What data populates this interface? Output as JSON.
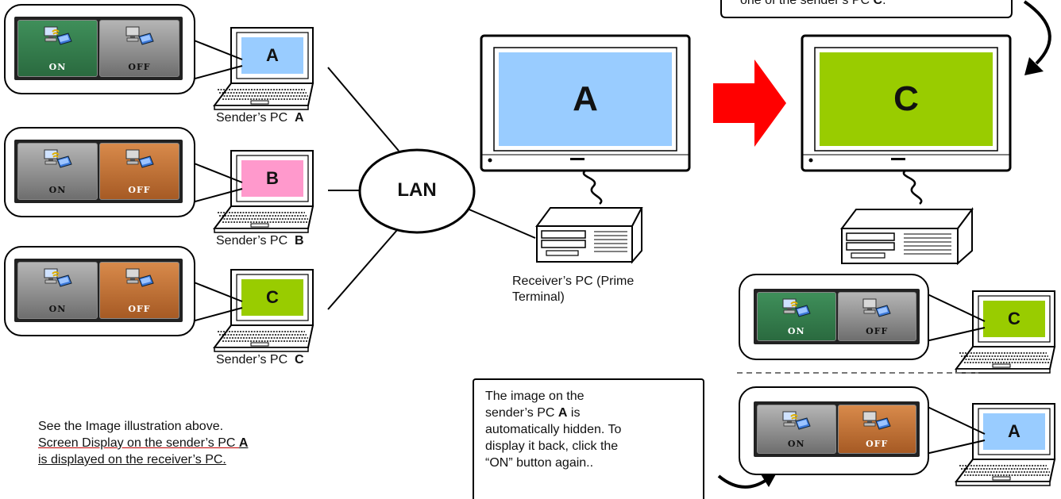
{
  "senders": [
    {
      "letter": "A",
      "caption_prefix": "Sender’s PC",
      "on_label": "ON",
      "off_label": "OFF",
      "active": "on",
      "screen_color": "#99ccff"
    },
    {
      "letter": "B",
      "caption_prefix": "Sender’s PC",
      "on_label": "ON",
      "off_label": "OFF",
      "active": "off",
      "screen_color": "#ff99cc"
    },
    {
      "letter": "C",
      "caption_prefix": "Sender’s PC",
      "on_label": "ON",
      "off_label": "OFF",
      "active": "off",
      "screen_color": "#99cc00"
    }
  ],
  "lan_label": "LAN",
  "receiver": {
    "monitor_before_letter": "A",
    "monitor_before_color": "#99ccff",
    "monitor_after_letter": "C",
    "monitor_after_color": "#99cc00",
    "caption_line1": "Receiver’s PC (Prime",
    "caption_line2": "Terminal)"
  },
  "top_note": {
    "text_prefix": "one of the sender’s PC ",
    "letter": "C",
    "text_suffix": "."
  },
  "result_panels": [
    {
      "letter": "C",
      "on_label": "ON",
      "off_label": "OFF",
      "active": "on",
      "screen_color": "#99cc00"
    },
    {
      "letter": "A",
      "on_label": "ON",
      "off_label": "OFF",
      "active": "off",
      "screen_color": "#99ccff"
    }
  ],
  "left_note": {
    "line1": "See the Image illustration above.",
    "line2_prefix": " Screen Display on the sender’s PC ",
    "line2_letter": "A",
    "line3": "is displayed on the receiver’s PC."
  },
  "bottom_note": {
    "line1": "The image on the",
    "line2_prefix": "sender’s PC  ",
    "line2_letter": "A",
    "line2_suffix": " is",
    "line3": "automatically hidden. To",
    "line4": "display it back, click  the",
    "line5": "“ON” button again.."
  },
  "colors": {
    "arrow": "#ff0000",
    "on_active": "#2f7d4a",
    "off_active": "#c06c30",
    "inactive": "#8a8a8a"
  }
}
